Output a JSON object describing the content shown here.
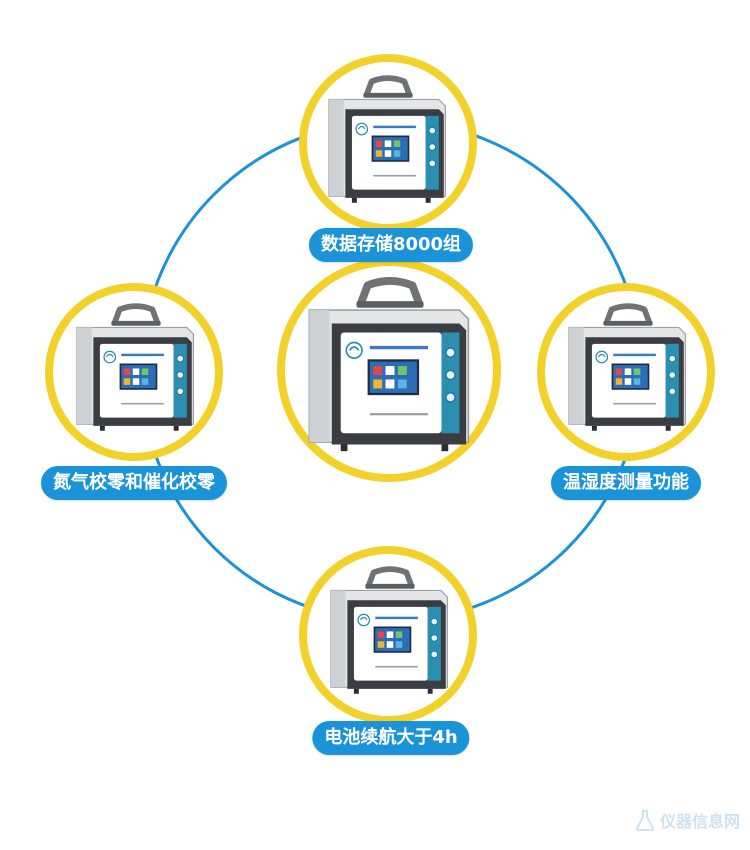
{
  "features": {
    "top": "数据存储8000组",
    "left": "氮气校零和催化校零",
    "right": "温湿度测量功能",
    "bottom": "电池续航大于4h"
  },
  "colors": {
    "ring": "#1a93d9",
    "circle_border": "#f2d22a",
    "label_bg": "#1a93d9",
    "device_teal": "#2a8fb1",
    "device_body": "#d9dcdf"
  },
  "watermark": {
    "text": "仪器信息网"
  }
}
